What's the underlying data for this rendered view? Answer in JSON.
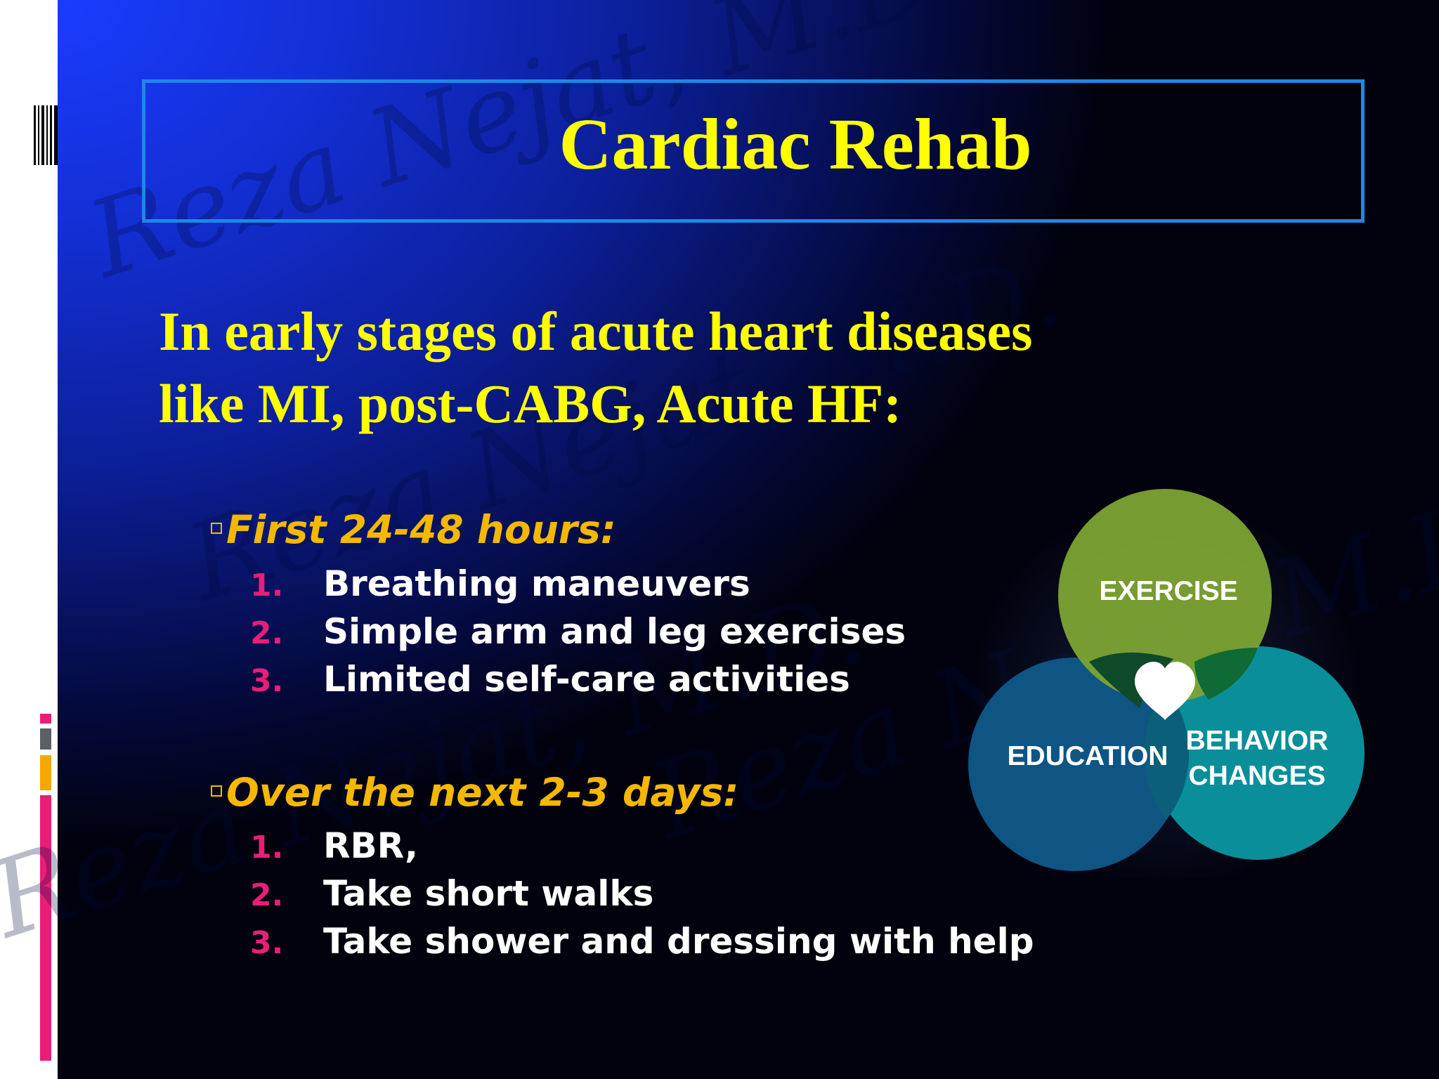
{
  "slide": {
    "title": "Cardiac Rehab",
    "intro": "In early stages of acute heart diseases like MI, post-CABG, Acute HF:",
    "sections": [
      {
        "heading": "First 24-48 hours:",
        "items": [
          {
            "num": "1.",
            "text": "Breathing maneuvers"
          },
          {
            "num": "2.",
            "text": "Simple arm and leg exercises"
          },
          {
            "num": "3.",
            "text": "Limited self-care activities"
          }
        ]
      },
      {
        "heading": "Over the next 2-3 days:",
        "items": [
          {
            "num": "1.",
            "text": "RBR,"
          },
          {
            "num": "2.",
            "text": "Take short walks"
          },
          {
            "num": "3.",
            "text": "Take shower and dressing with help"
          }
        ]
      }
    ]
  },
  "venn": {
    "exercise": "EXERCISE",
    "education": "EDUCATION",
    "behavior_line1": "BEHAVIOR",
    "behavior_line2": "CHANGES",
    "center_icon": "heart-icon"
  },
  "watermark_text": "Reza Nejat, M.D.",
  "colors": {
    "title": "#ffff00",
    "heading": "#f5b800",
    "number": "#e91e79",
    "body_text": "#ffffff",
    "title_border": "#1e88e5",
    "exercise_circle": "#7ba233",
    "education_circle": "#0e5584",
    "behavior_circle": "#0a8f9a"
  }
}
